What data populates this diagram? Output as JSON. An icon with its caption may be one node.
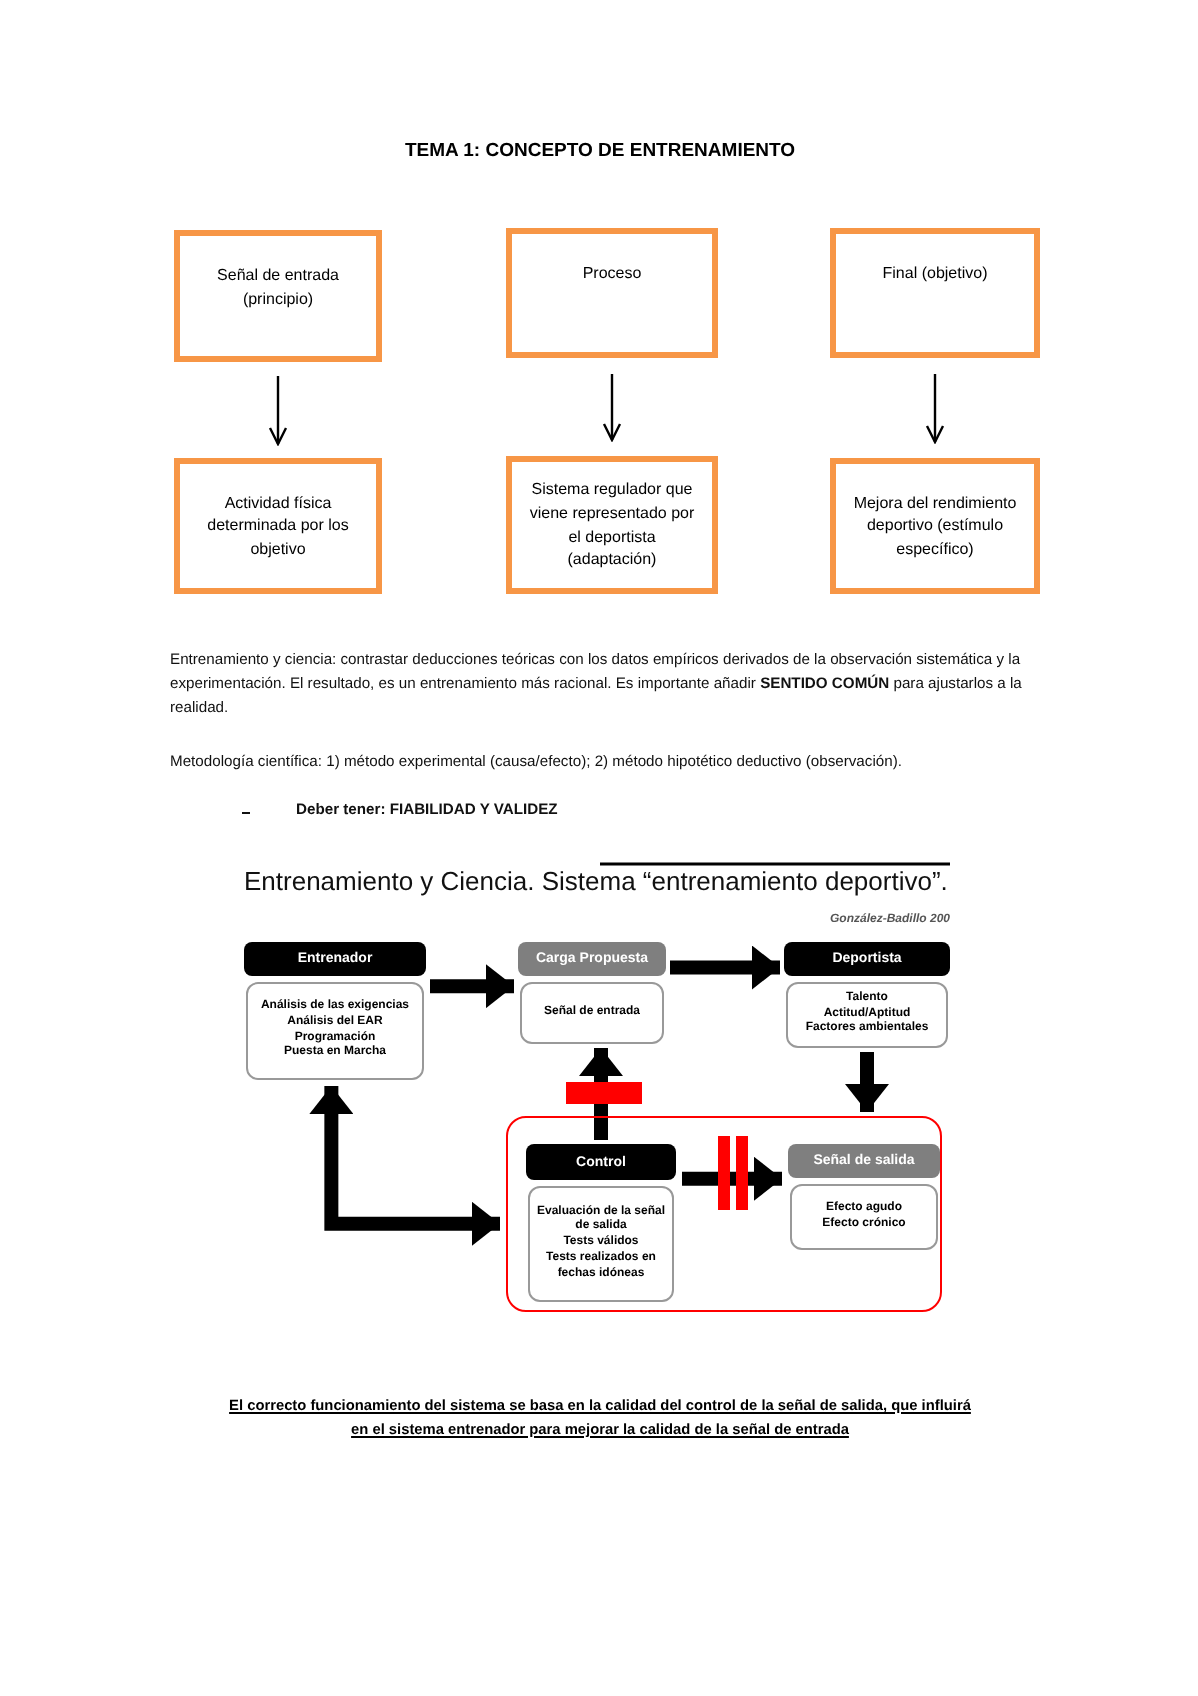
{
  "diagram": {
    "title": "TEMA 1: CONCEPTO DE ENTRENAMIENTO",
    "caption": "El correcto funcionamiento del sistema se basa en la calidad del control de la señal de salida, que influirá en el sistema entrenador para mejorar la calidad de la señal de entrada",
    "nodes": [
      {
        "text": [
          "Señal de entrada (principio)"
        ]
      },
      {
        "text": [
          "Proceso"
        ]
      },
      {
        "text": [
          "Final (objetivo)"
        ]
      },
      {
        "text": [
          "Actividad física determinada por los objetivo"
        ]
      },
      {
        "text": [
          "Sistema regulador que viene representado por el deportista (adaptación)"
        ]
      },
      {
        "text": [
          "Mejora del rendimiento deportivo (estímulo específico)"
        ]
      },
      {
        "text": [
          "Entrenador",
          "Análisis de las exigencias",
          "Análisis del EAR",
          "Programación",
          "Puesta en Marcha"
        ]
      },
      {
        "text": [
          "Carga Propuesta",
          "Señal de entrada"
        ]
      },
      {
        "text": [
          "Deportista",
          "Talento",
          "Actitud/Aptitud",
          "Factores ambientales"
        ]
      },
      {
        "text": [],
        "shape": "box"
      },
      {
        "text": [
          "Control",
          "Evaluación de la señal de salida",
          "Tests válidos",
          "Tests realizados en fechas idóneas"
        ],
        "in": 9
      },
      {
        "text": [
          "Señal de salida",
          "Efecto agudo",
          "Efecto crónico"
        ],
        "in": 9
      }
    ],
    "edges": [
      {
        "from": 0,
        "to": 3,
        "arrow": "to"
      },
      {
        "from": 1,
        "to": 4,
        "arrow": "to"
      },
      {
        "from": 2,
        "to": 5,
        "arrow": "to"
      },
      {
        "from": 6,
        "to": 7,
        "arrow": "to"
      },
      {
        "from": 7,
        "to": 8,
        "arrow": "to"
      },
      {
        "from": 8,
        "to": 9,
        "arrow": "to"
      },
      {
        "from": 10,
        "to": 7,
        "arrow": "to"
      },
      {
        "from": 10,
        "to": 11,
        "arrow": "to"
      },
      {
        "from": 6,
        "to": 9,
        "arrow": "both"
      }
    ],
    "labels": [
      "Entrenamiento y ciencia: contrastar deducciones teóricas con los datos empíricos derivados de la observación sistemática y la experimentación. El resultado, es un entrenamiento más racional. Es importante añadir **SENTIDO COMÚN** para ajustarlos a la realidad.",
      "Metodología científica: 1) método experimental (causa/efecto); 2) método hipotético deductivo (observación).",
      "Deber tener: FIABILIDAD Y VALIDEZ",
      "Entrenamiento y Ciencia. Sistema “entrenamiento deportivo”.",
      "González-Badillo 200"
    ]
  }
}
